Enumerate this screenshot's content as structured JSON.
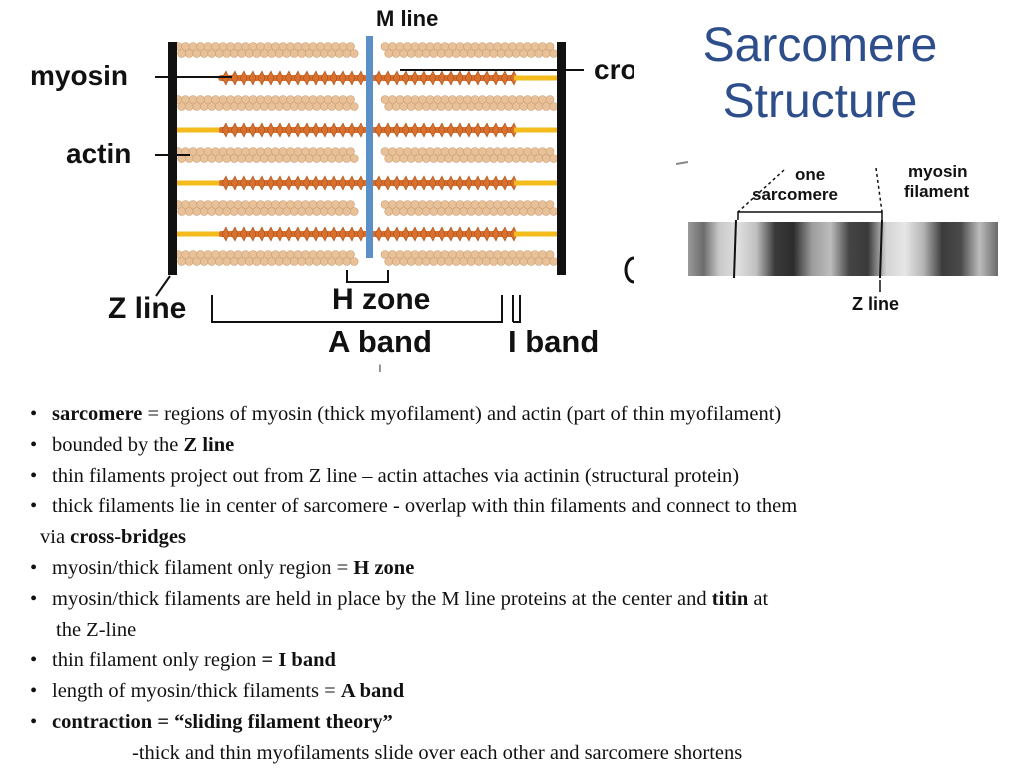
{
  "slide": {
    "title_line1": "Sarcomere",
    "title_line2": "Structure"
  },
  "diagram": {
    "labels": {
      "m_line": "M line",
      "myosin": "myosin",
      "actin": "actin",
      "cross_bridges_partial": "cro",
      "z_line": "Z line",
      "h_zone": "H zone",
      "a_band": "A band",
      "i_band": "I band"
    },
    "colors": {
      "actin_beads": "#e9c199",
      "myosin_filament": "#d9702e",
      "z_line": "#111111",
      "m_line": "#5b8fc8",
      "cross_bridge_link": "#f3bb1c"
    }
  },
  "micrograph": {
    "labels": {
      "one_sarcomere_l1": "one",
      "one_sarcomere_l2": "sarcomere",
      "myosin_filament_l1": "myosin",
      "myosin_filament_l2": "filament",
      "z_line": "Z line"
    }
  },
  "bullets": [
    {
      "bold": "sarcomere",
      "text": " = regions of myosin (thick myofilament) and actin (part of thin myofilament)"
    },
    {
      "pre": "bounded by the ",
      "bold": "Z line"
    },
    {
      "pre": "thin filaments project out from Z line – actin attaches via actinin (structural protein)"
    },
    {
      "pre": "thick filaments lie in center of sarcomere - overlap with thin filaments and connect to them"
    },
    {
      "pre": "via ",
      "bold": "cross-bridges"
    },
    {
      "pre": "myosin/thick filament only region = ",
      "bold": "H zone"
    },
    {
      "pre": "myosin/thick filaments are held in place by the M line proteins at the center and ",
      "bold": "titin",
      "post": " at"
    },
    {
      "pre": "the Z-line"
    },
    {
      "pre": "thin filament only region ",
      "bold": "= I band"
    },
    {
      "pre": "length of myosin/thick filaments = ",
      "bold": "A band"
    },
    {
      "bold": "contraction = “sliding filament theory”"
    },
    {
      "pre": "-thick and thin myofilaments slide over each other and sarcomere shortens"
    }
  ],
  "bullet_glyph": "•"
}
